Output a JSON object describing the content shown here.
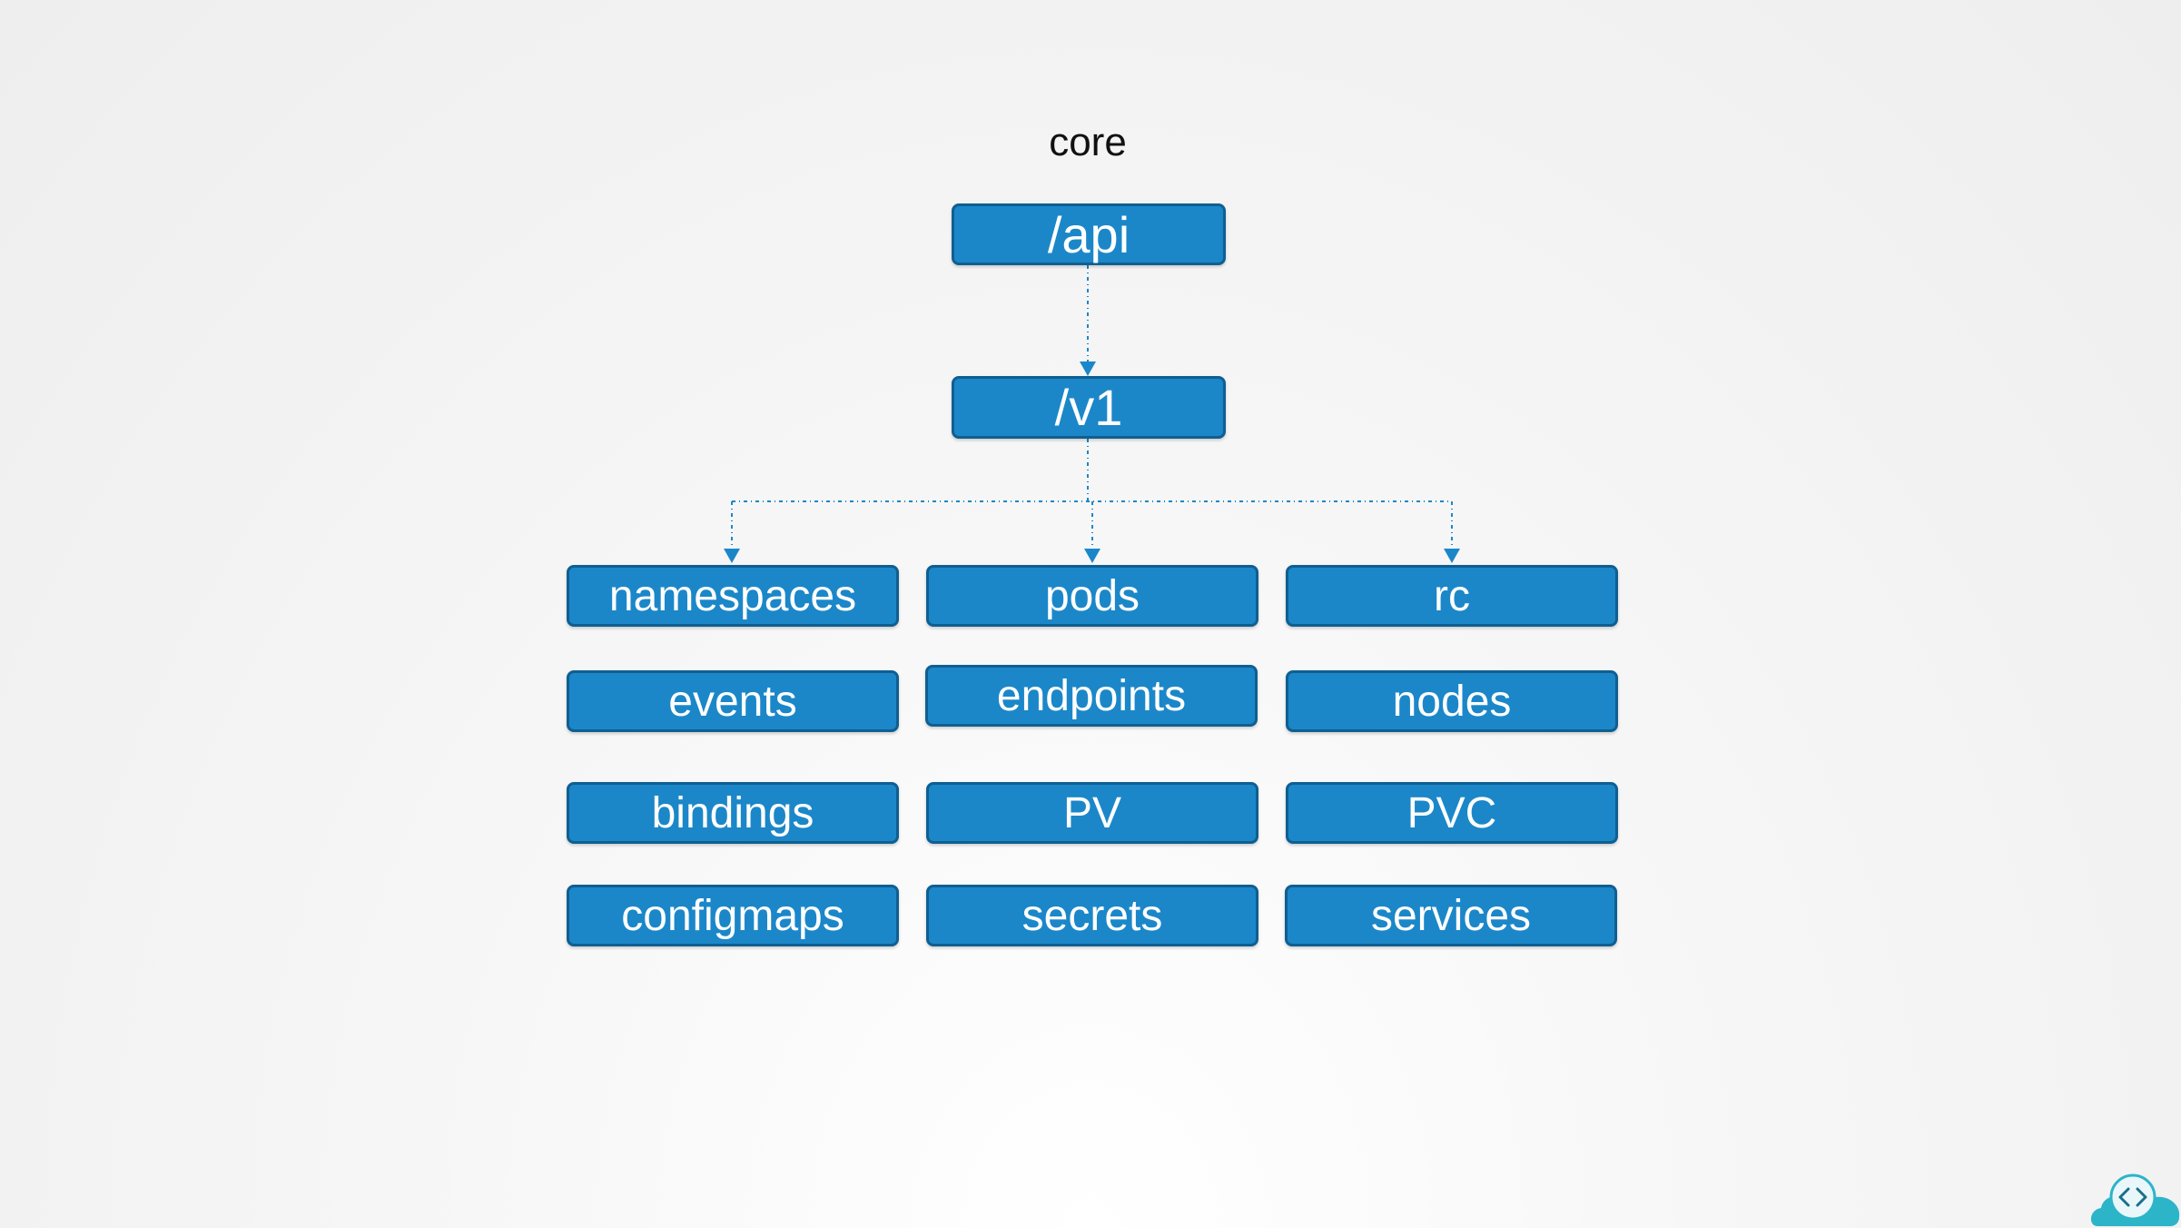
{
  "diagram": {
    "group_label": "core",
    "root": "/api",
    "version": "/v1",
    "resources": [
      "namespaces",
      "pods",
      "rc",
      "events",
      "endpoints",
      "nodes",
      "bindings",
      "PV",
      "PVC",
      "configmaps",
      "secrets",
      "services"
    ]
  },
  "colors": {
    "node_fill": "#1b87c9",
    "node_border": "#0f5f91",
    "connector": "#1b87c9"
  },
  "logo": {
    "icon": "code-cloud-icon"
  }
}
